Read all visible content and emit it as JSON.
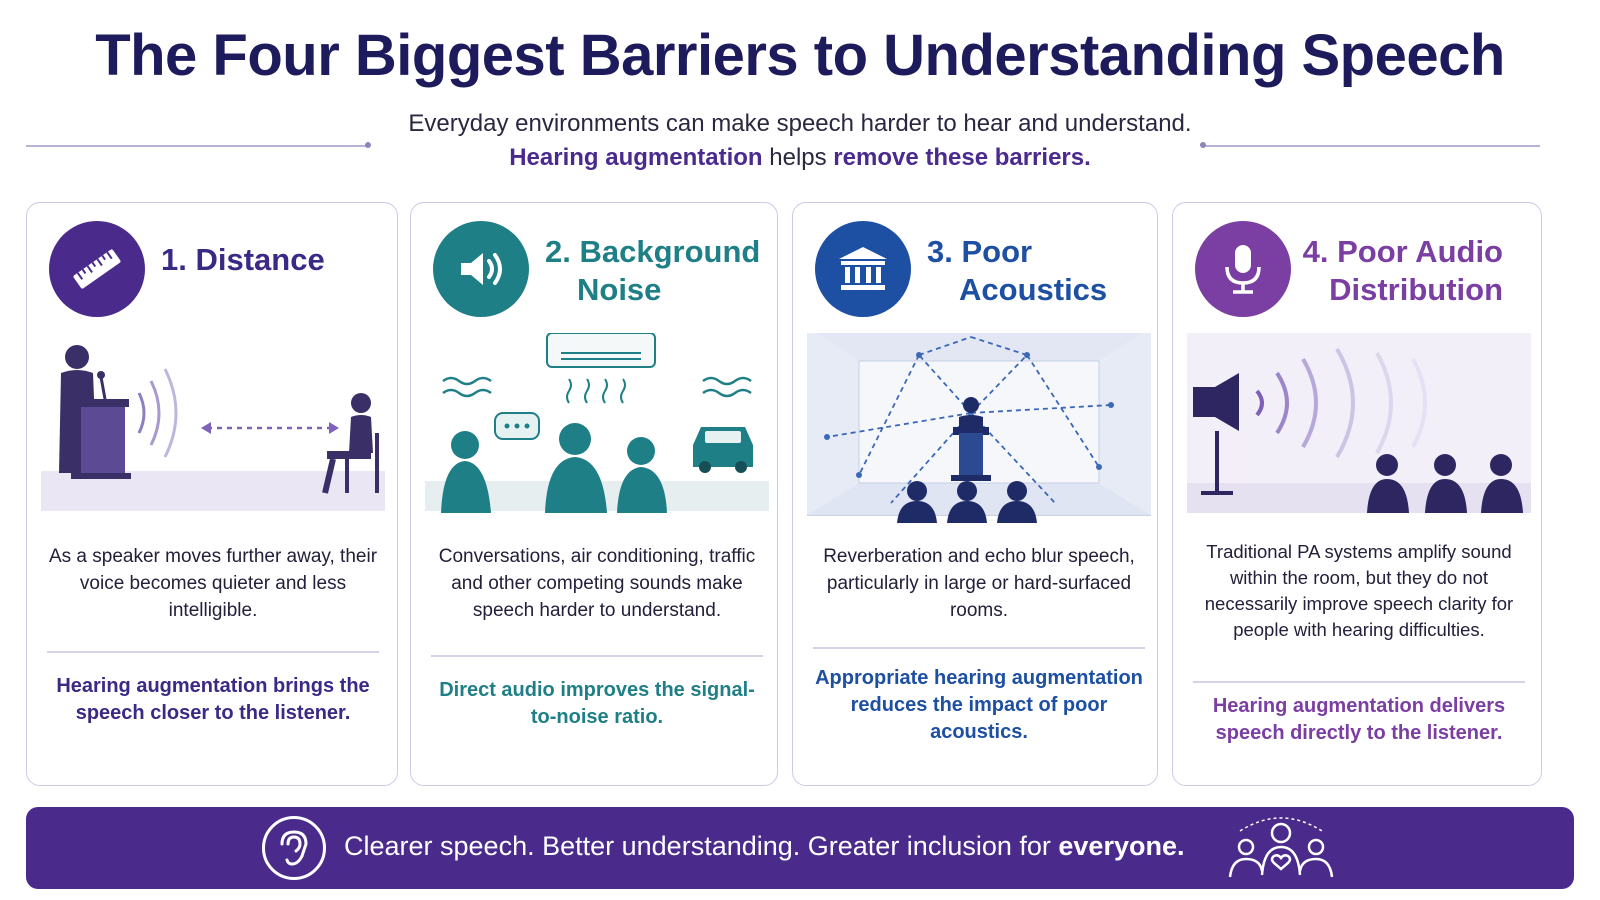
{
  "title": "The Four Biggest Barriers to Understanding Speech",
  "subtitle": "Everyday environments can make speech harder to hear and understand.",
  "subtitle2": {
    "part1": "Hearing augmentation",
    "part2": " helps ",
    "part3": "remove these barriers."
  },
  "colors": {
    "navy": "#1e1b5c",
    "purple": "#4a2b8c",
    "teal": "#1f7f86",
    "blue": "#1d4fa3",
    "violet": "#7b3ea3"
  },
  "cards": [
    {
      "number_title": "1. Distance",
      "title_line2": "",
      "icon": "ruler-icon",
      "description": "As a speaker moves further away, their voice becomes quieter and less intelligible.",
      "benefit": "Hearing augmentation brings the speech closer to the listener."
    },
    {
      "number_title": "2. Background",
      "title_line2": "Noise",
      "icon": "speaker-icon",
      "description": "Conversations, air conditioning, traffic and other competing sounds make speech harder to understand.",
      "benefit": "Direct audio improves the signal-to-noise ratio."
    },
    {
      "number_title": "3. Poor",
      "title_line2": "Acoustics",
      "icon": "building-icon",
      "description": "Reverberation and echo blur speech, particularly in large or hard-surfaced rooms.",
      "benefit": "Appropriate hearing augmentation reduces the impact of poor acoustics."
    },
    {
      "number_title": "4. Poor Audio",
      "title_line2": "Distribution",
      "icon": "microphone-icon",
      "description": "Traditional PA systems amplify sound within the room, but they do not necessarily improve speech clarity for people with hearing difficulties.",
      "benefit": "Hearing augmentation delivers speech directly to the listener."
    }
  ],
  "footer": {
    "text": "Clearer speech. Better understanding. Greater inclusion for ",
    "emphasis": "everyone."
  }
}
